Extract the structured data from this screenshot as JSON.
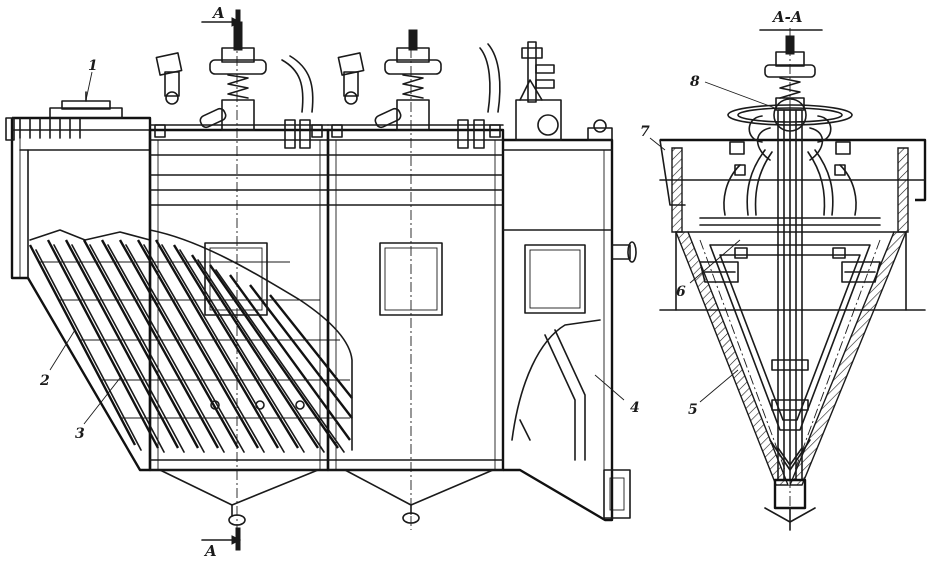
{
  "section_marks": {
    "top": "A",
    "bottom": "A",
    "section_title": "A-A"
  },
  "callouts": [
    "1",
    "2",
    "3",
    "4",
    "5",
    "6",
    "7",
    "8"
  ]
}
